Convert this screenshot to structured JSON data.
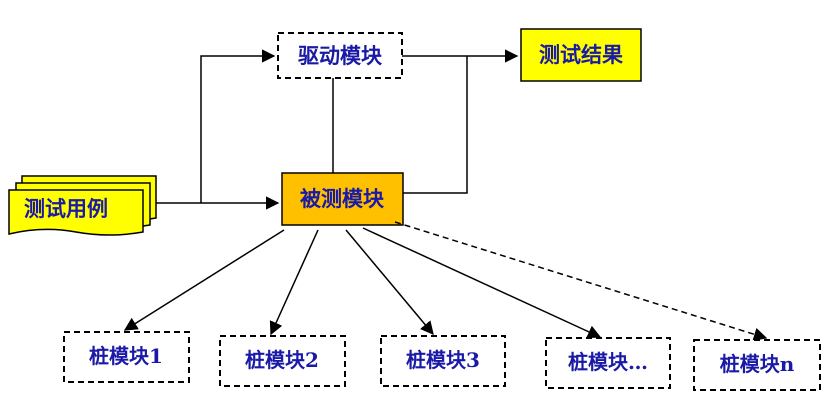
{
  "diagram": {
    "driver_module": "驱动模块",
    "test_result": "测试结果",
    "test_cases": "测试用例",
    "module_under_test": "被测模块",
    "stubs": [
      "桩模块1",
      "桩模块2",
      "桩模块3",
      "桩模块…",
      "桩模块n"
    ]
  },
  "colors": {
    "yellow": "#ffff00",
    "orange": "#ffc000",
    "text_blue": "#1a1aa6",
    "line": "#000000"
  }
}
